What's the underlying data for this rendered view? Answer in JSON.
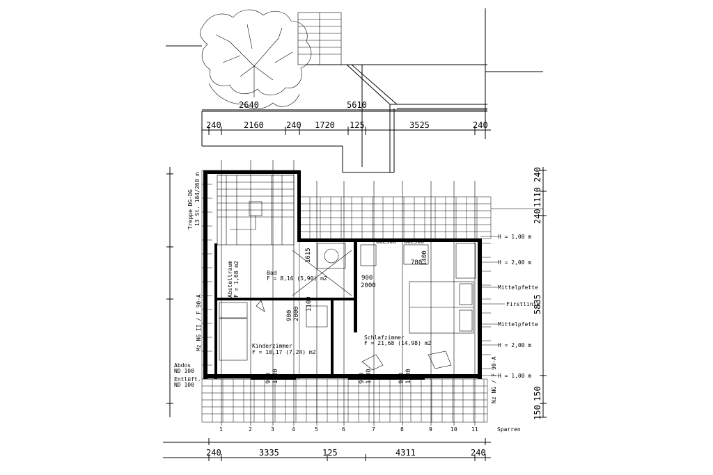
{
  "dimensions": {
    "top_row1": [
      "2640",
      "5610"
    ],
    "top_row2": [
      "240",
      "2160",
      "240",
      "1720",
      "125",
      "3525",
      "240"
    ],
    "bottom_row": [
      "240",
      "3335",
      "125",
      "4311",
      "240"
    ],
    "right": [
      "240",
      "1110",
      "240",
      "5835",
      "150",
      "150"
    ],
    "inner": [
      "1615",
      "1400",
      "780",
      "1100",
      "900",
      "2000",
      "900",
      "2000",
      "950",
      "1000",
      "950",
      "1000",
      "950",
      "1000"
    ]
  },
  "rooms": {
    "bath": {
      "name": "Bad",
      "area": "F = 8,16 (5,90) m2"
    },
    "closet": {
      "name": "Abstellraum",
      "area": "F = 1,68 m2"
    },
    "kids": {
      "name": "Kinderzimmer",
      "area": "F = 10,17 (7,24) m2"
    },
    "bedroom": {
      "name": "Schlafzimmer",
      "area": "F = 21,68 (14,98) m2"
    }
  },
  "annotations": {
    "stair": [
      "Treppe DG-DG",
      "13 St. 184/260 m"
    ],
    "window_left": "Mz NG II / F 90-A",
    "window_right": "Nz NG / F 90-A",
    "skylight1": "GGL308",
    "skylight2": "GGL308",
    "vent1": [
      "Abdos",
      "ND 100"
    ],
    "vent2": [
      "Entlüft.",
      "ND 100"
    ],
    "heights": [
      "H = 1,00 m",
      "H = 2,00 m",
      "H = 2,00 m",
      "H = 1,00 m"
    ],
    "beams": [
      "Mittelpfette",
      "Firstlinie",
      "Mittelpfette"
    ],
    "rafter_label": "Sparren",
    "rafters": [
      "1",
      "2",
      "3",
      "4",
      "5",
      "6",
      "7",
      "8",
      "9",
      "10",
      "11"
    ]
  }
}
